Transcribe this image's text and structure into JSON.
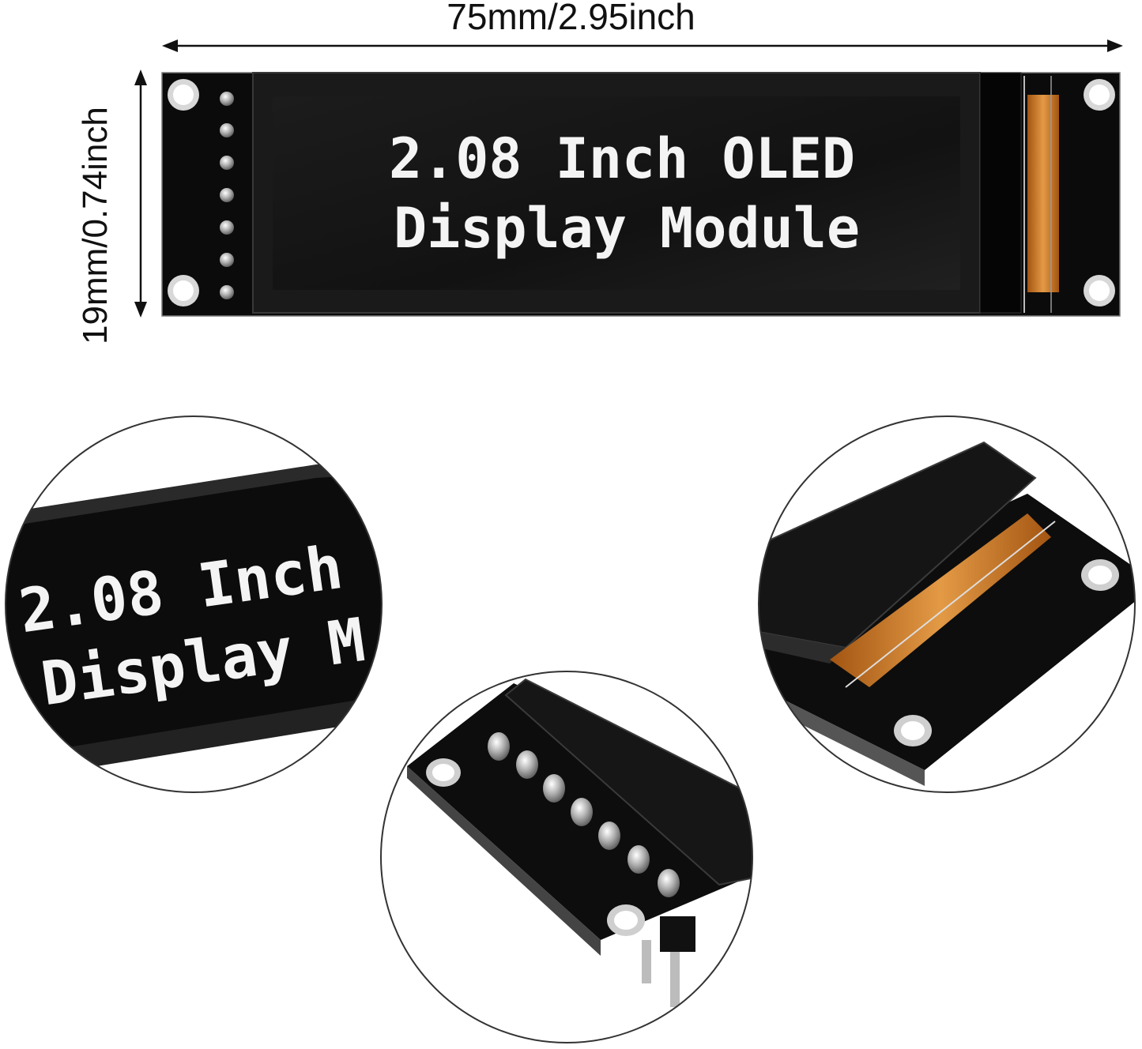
{
  "dimensions": {
    "width_label": "75mm/2.95inch",
    "height_label": "19mm/0.74inch"
  },
  "display": {
    "line1": "2.08 Inch OLED",
    "line2": "Display Module"
  },
  "zoom_left": {
    "line1": "2.08 Inch",
    "line2": "Display M"
  },
  "colors": {
    "board": "#0b0b0b",
    "screen": "#141414",
    "text": "#f4f4f4",
    "flex_cable": "#c8741e",
    "pins": "#b9b9b9"
  },
  "icons": {
    "arrow": "double-headed-arrow",
    "mount_hole": "mounting-hole"
  }
}
